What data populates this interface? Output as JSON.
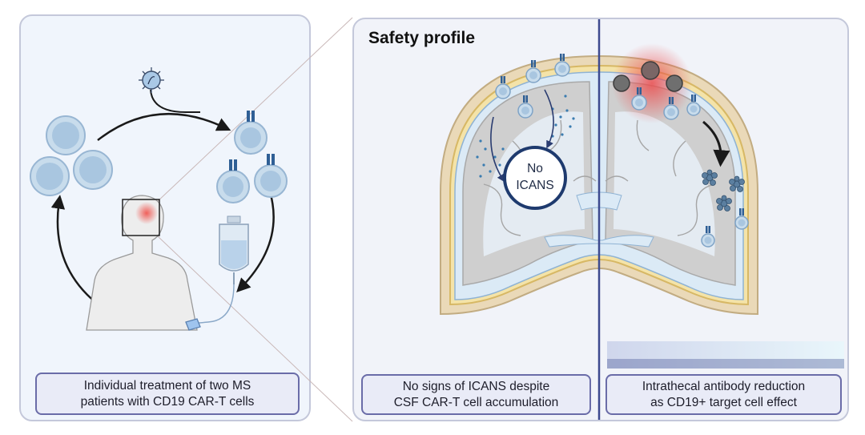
{
  "left_panel": {
    "caption": "Individual treatment of two MS\npatients with CD19 CAR-T cells"
  },
  "right_panel": {
    "title": "Safety profile",
    "badge": {
      "line1": "No",
      "line2": "ICANS"
    },
    "caption_middle": "No signs of ICANS despite\nCSF CAR-T cell accumulation",
    "caption_right": "Intrathecal antibody reduction\nas CD19+ target cell effect"
  },
  "colors": {
    "panel_border": "#c4c8da",
    "caption_border": "#6a6ca8",
    "divider": "#3d4a8f",
    "cell_fill": "#c8dcec",
    "cell_nucleus": "#a9c6e0",
    "car_receptor": "#2f5f95",
    "inflammation": "#e84f4f",
    "brain_gray": "#c9c9c9",
    "meninges": "#e4c77a"
  },
  "icons": [
    "virus-vector-icon",
    "t-cell-icon",
    "car-t-cell-icon",
    "infusion-bag-icon",
    "patient-body-icon",
    "brain-cross-section-icon",
    "antibody-cluster-icon"
  ]
}
